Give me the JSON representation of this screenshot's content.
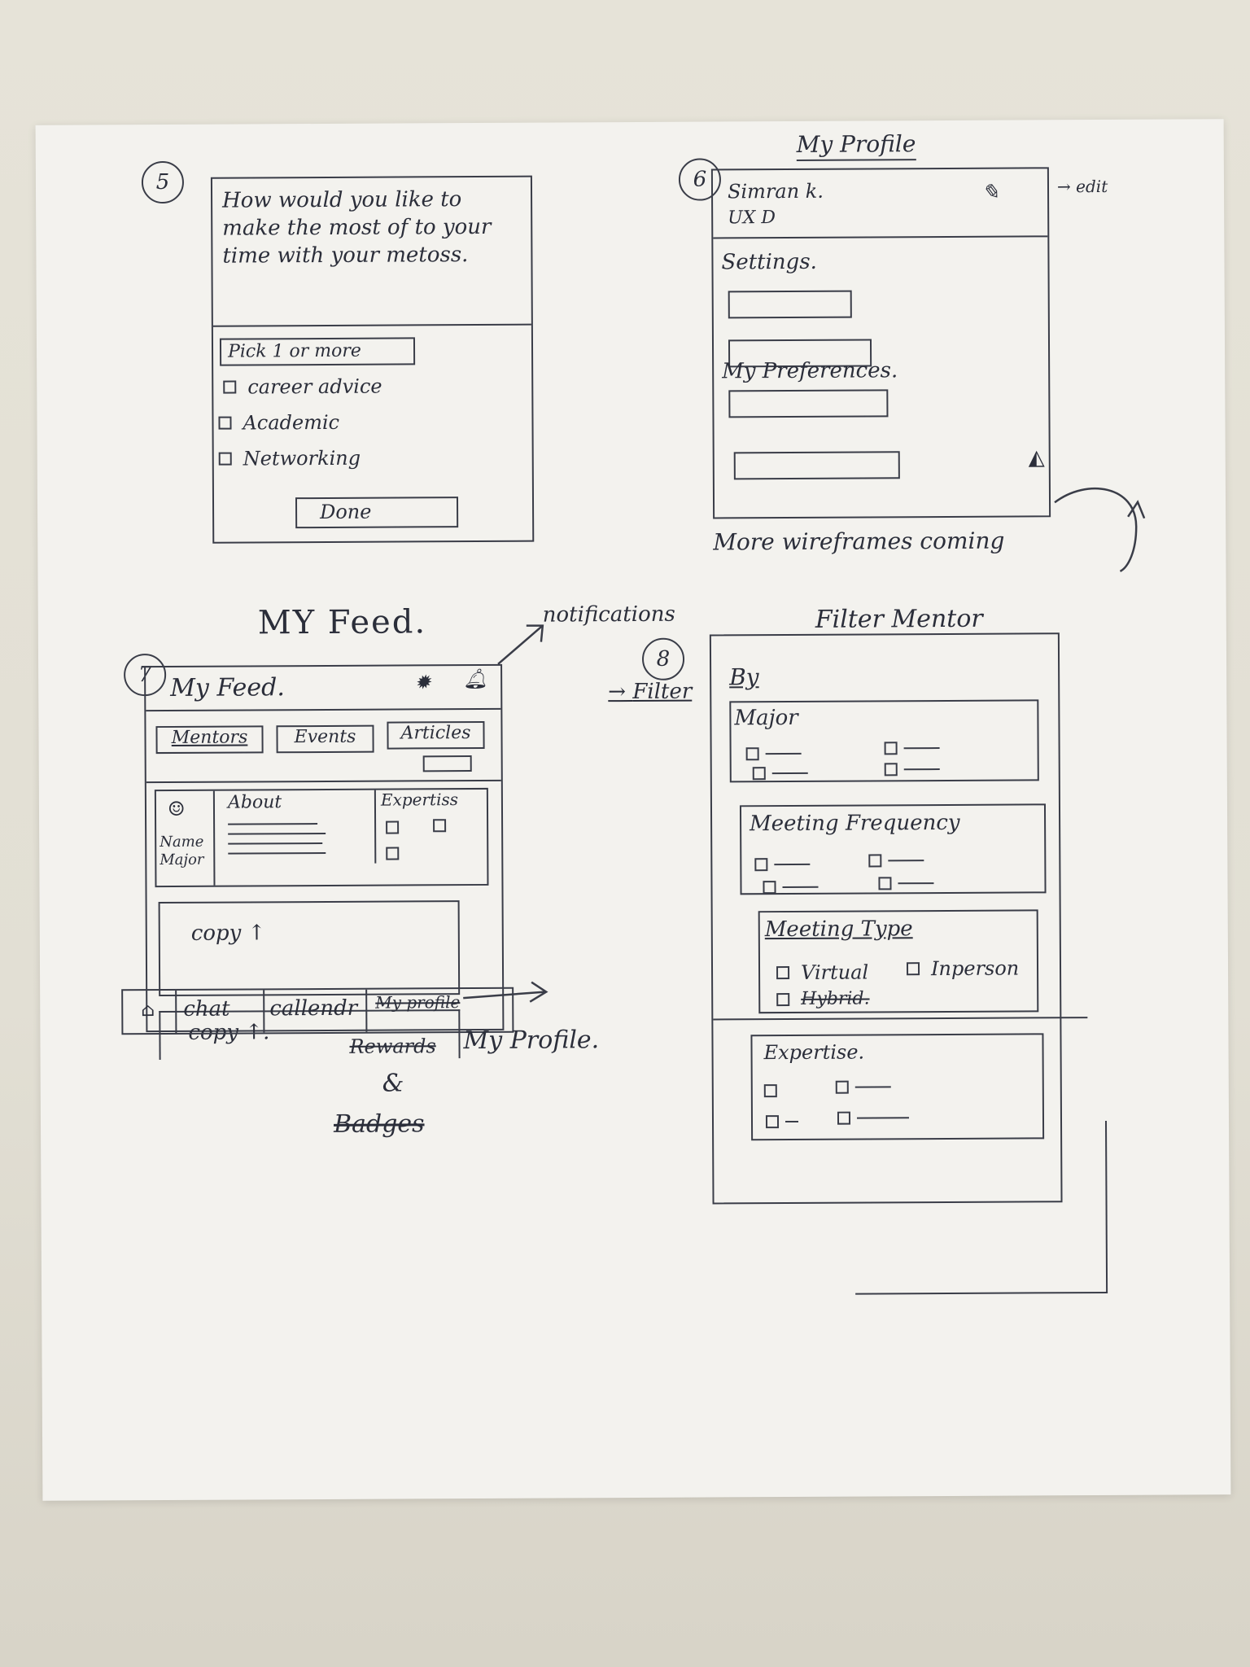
{
  "sketch5": {
    "number": "5",
    "question": "How would you like to make the most of to your time with your metoss.",
    "pick_label": "Pick 1 or more",
    "options": [
      "career advice",
      "Academic",
      "Networking"
    ],
    "done_label": "Done"
  },
  "sketch6": {
    "number": "6",
    "heading": "My Profile",
    "name": "Simran k.",
    "role": "UX D",
    "edit_label": "edit",
    "settings_label": "Settings.",
    "preferences_label": "My Preferences.",
    "note": "More wireframes coming"
  },
  "sketch7": {
    "number": "7",
    "heading": "MY Feed.",
    "header_title": "My Feed.",
    "notifications_note": "notifications",
    "tabs": [
      "Mentors",
      "Events",
      "Articles"
    ],
    "filter_note": "Filter",
    "card": {
      "name": "Name",
      "major": "Major",
      "about": "About",
      "expertise": "Expertiss"
    },
    "copy_items": [
      "copy ↑",
      "copy ↑."
    ],
    "bottom_nav": [
      "chat",
      "callendr"
    ],
    "bottom_nav_struck": "My profile",
    "annotation_struck_1": "Rewards",
    "annotation_amp": "&",
    "annotation_struck_2": "Badges",
    "annotation_profile": "My Profile."
  },
  "sketch8": {
    "number": "8",
    "heading": "Filter Mentor",
    "by_label": "By",
    "sections": [
      "Major",
      "Meeting Frequency",
      "Meeting Type",
      "Expertise."
    ],
    "meeting_types": [
      "Virtual",
      "Inperson",
      "Hybrid."
    ]
  }
}
